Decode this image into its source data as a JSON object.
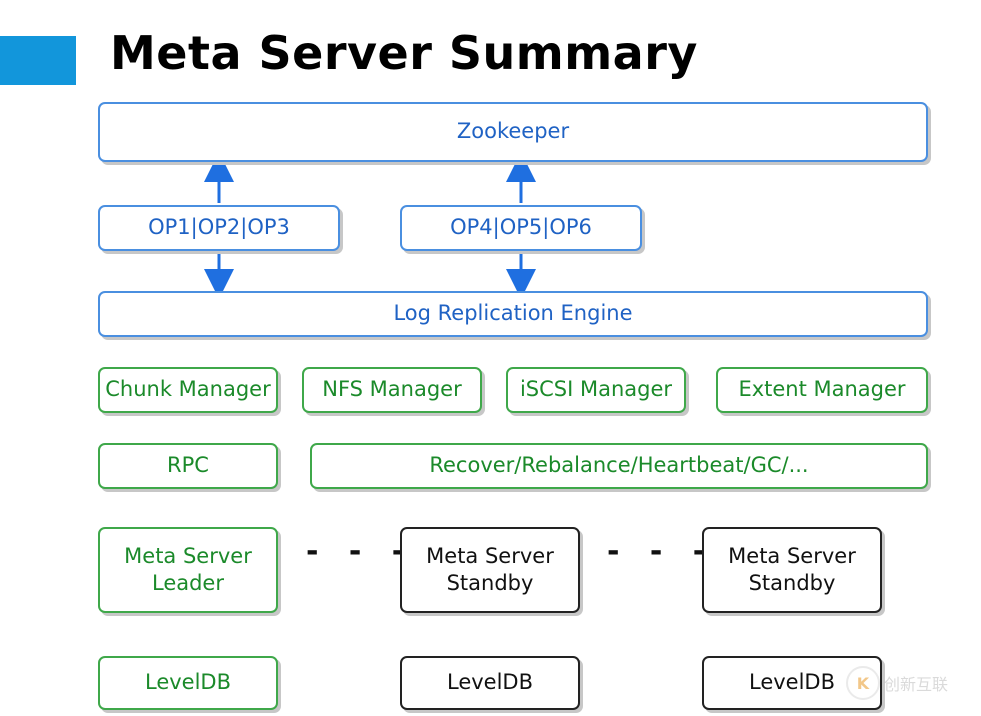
{
  "title": "Meta Server Summary",
  "colors": {
    "accent": "#1296db",
    "blue": "#1f62c4",
    "green": "#1b8a2a",
    "black": "#111111"
  },
  "zookeeper": "Zookeeper",
  "op_groups": [
    "OP1|OP2|OP3",
    "OP4|OP5|OP6"
  ],
  "log_engine": "Log Replication Engine",
  "managers": [
    "Chunk Manager",
    "NFS Manager",
    "iSCSI Manager",
    "Extent Manager"
  ],
  "rpc": "RPC",
  "services": "Recover/Rebalance/Heartbeat/GC/...",
  "servers": {
    "leader": [
      "Meta Server",
      "Leader"
    ],
    "standby1": [
      "Meta Server",
      "Standby"
    ],
    "standby2": [
      "Meta Server",
      "Standby"
    ]
  },
  "ellipsis": "- - -",
  "storage": [
    "LevelDB",
    "LevelDB",
    "LevelDB"
  ],
  "watermark": {
    "logo": "K",
    "text": "创新互联"
  }
}
